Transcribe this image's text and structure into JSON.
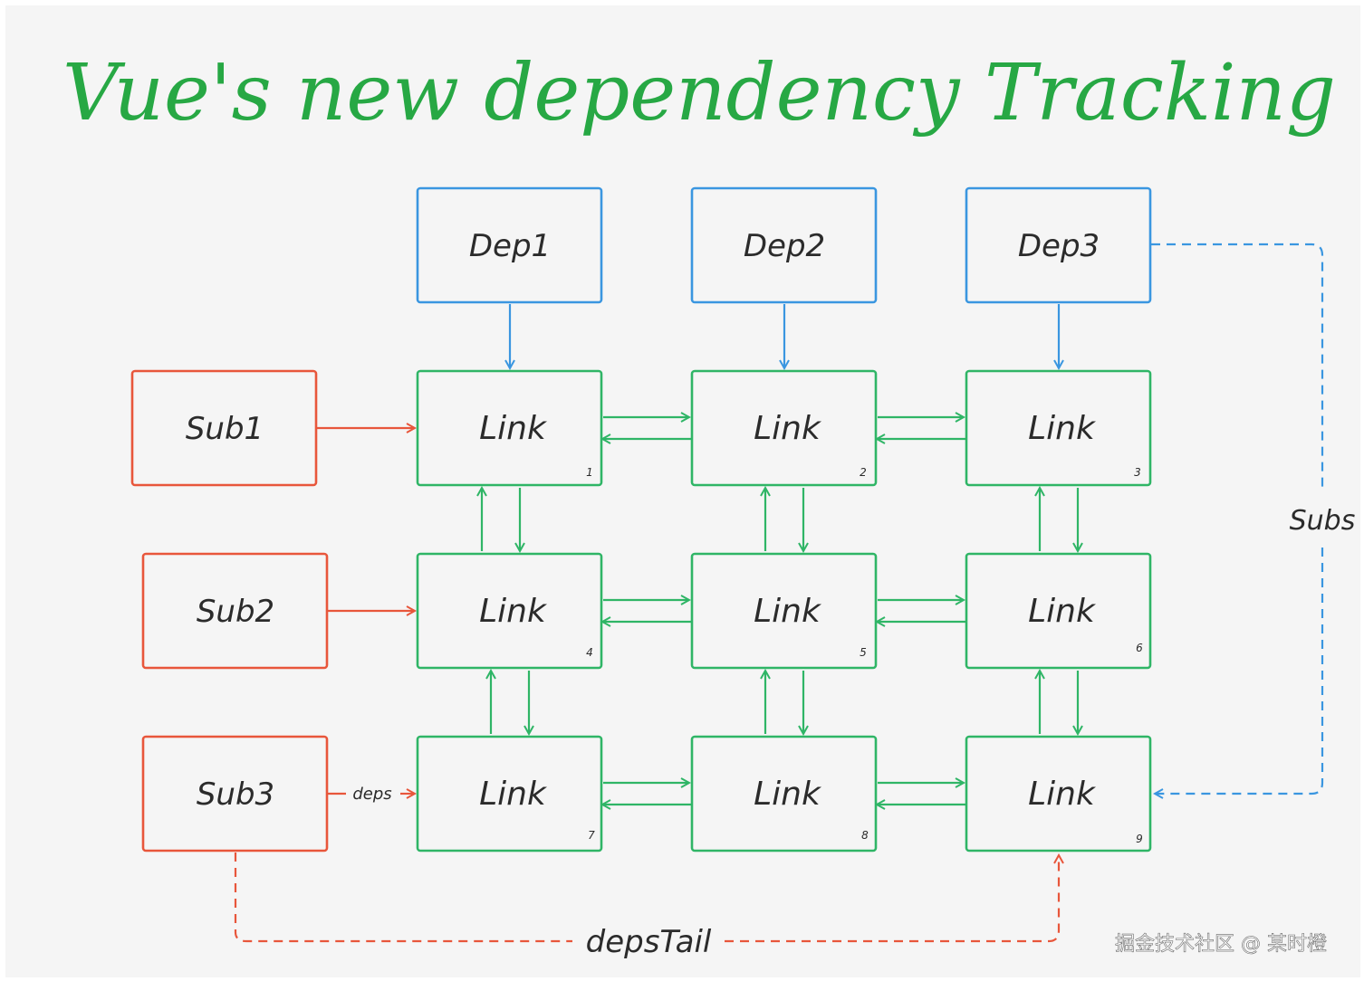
{
  "title": "Vue's new dependency Tracking",
  "deps": [
    {
      "label": "Dep1"
    },
    {
      "label": "Dep2"
    },
    {
      "label": "Dep3"
    }
  ],
  "subs_nodes": [
    {
      "label": "Sub1"
    },
    {
      "label": "Sub2"
    },
    {
      "label": "Sub3"
    }
  ],
  "links": [
    {
      "label": "Link",
      "index": "1"
    },
    {
      "label": "Link",
      "index": "2"
    },
    {
      "label": "Link",
      "index": "3"
    },
    {
      "label": "Link",
      "index": "4"
    },
    {
      "label": "Link",
      "index": "5"
    },
    {
      "label": "Link",
      "index": "6"
    },
    {
      "label": "Link",
      "index": "7"
    },
    {
      "label": "Link",
      "index": "8"
    },
    {
      "label": "Link",
      "index": "9"
    }
  ],
  "edge_labels": {
    "deps": "deps",
    "subs": "Subs",
    "deps_tail": "depsTail"
  },
  "watermark": "掘金技术社区 @ 某时橙",
  "colors": {
    "background": "#f5f5f5",
    "title": "#27a844",
    "dep": "#3a96e0",
    "sub": "#e8563b",
    "link": "#2fb566",
    "text": "#2b2b2b"
  }
}
